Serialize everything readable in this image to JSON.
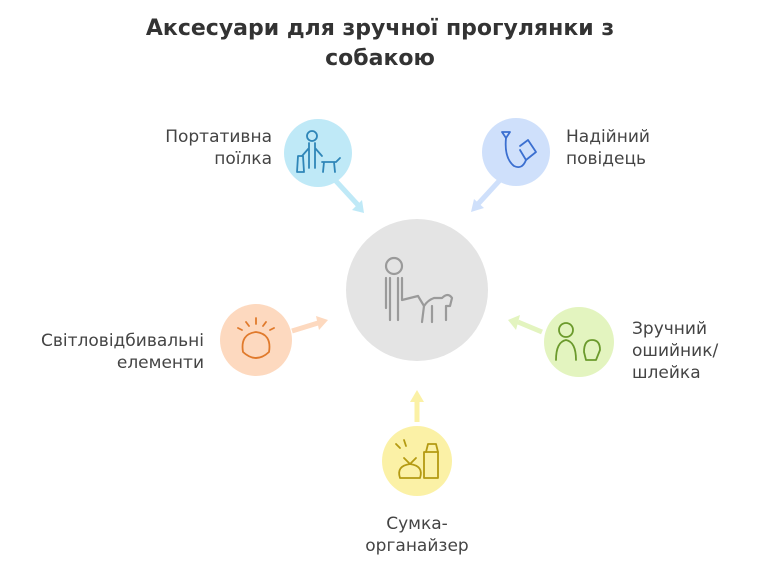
{
  "title": {
    "line1": "Аксесуари для зручної прогулянки з",
    "line2": "собакою"
  },
  "items": [
    {
      "id": "water-bottle",
      "lines": [
        "Портативна",
        "поїлка"
      ],
      "color": "#bfe9f7",
      "icon": "person-with-dog-and-bottle-icon"
    },
    {
      "id": "leash",
      "lines": [
        "Надійний",
        "повідець"
      ],
      "color": "#cfe0fb",
      "icon": "leash-icon"
    },
    {
      "id": "reflective",
      "lines": [
        "Світловідбивальні",
        "елементи"
      ],
      "color": "#fdd9bf",
      "icon": "reflective-head-icon"
    },
    {
      "id": "collar",
      "lines": [
        "Зручний",
        "ошийник/",
        "шлейка"
      ],
      "color": "#e3f4bf",
      "icon": "person-with-dog-collar-icon"
    },
    {
      "id": "bag",
      "lines": [
        "Сумка-",
        "органайзер"
      ],
      "color": "#fbf1a6",
      "icon": "bag-and-pouch-icon"
    }
  ],
  "center": {
    "color": "#e4e4e4",
    "icon": "person-walking-dog-icon"
  }
}
